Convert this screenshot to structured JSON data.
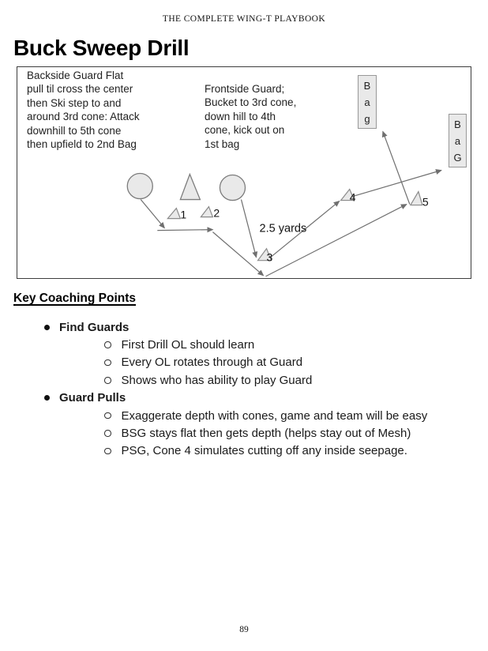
{
  "page": {
    "header": "THE COMPLETE WING-T PLAYBOOK",
    "title": "Buck Sweep Drill",
    "number": "89"
  },
  "diagram": {
    "backside_note": "Backside Guard Flat\npull til cross the center\nthen Ski step to and\naround 3rd cone: Attack\ndownhill to 5th cone\nthen upfield to 2nd Bag",
    "frontside_note": "Frontside Guard;\nBucket to 3rd cone,\ndown hill to 4th\ncone, kick out on\n1st bag",
    "distance_label": "2.5 yards",
    "bag_1": "B\na\ng",
    "bag_2": "B\na\nG",
    "cone_labels": [
      "1",
      "2",
      "3",
      "4",
      "5"
    ]
  },
  "coaching": {
    "heading": "Key Coaching Points",
    "points": [
      {
        "label": "Find Guards",
        "subpoints": [
          "First Drill OL should learn",
          "Every OL rotates through at Guard",
          "Shows who has ability to play Guard"
        ]
      },
      {
        "label": "Guard Pulls",
        "subpoints": [
          "Exaggerate depth with cones, game and team will be easy",
          "BSG stays flat then gets depth (helps stay out of Mesh)",
          "PSG, Cone 4 simulates cutting off any inside seepage."
        ]
      }
    ]
  },
  "colors": {
    "shape_fill": "#e9e9e9",
    "shape_stroke": "#848484",
    "arrow": "#6f6f6f",
    "box_border": "#3d3d3d",
    "text": "#1a1a1a"
  }
}
